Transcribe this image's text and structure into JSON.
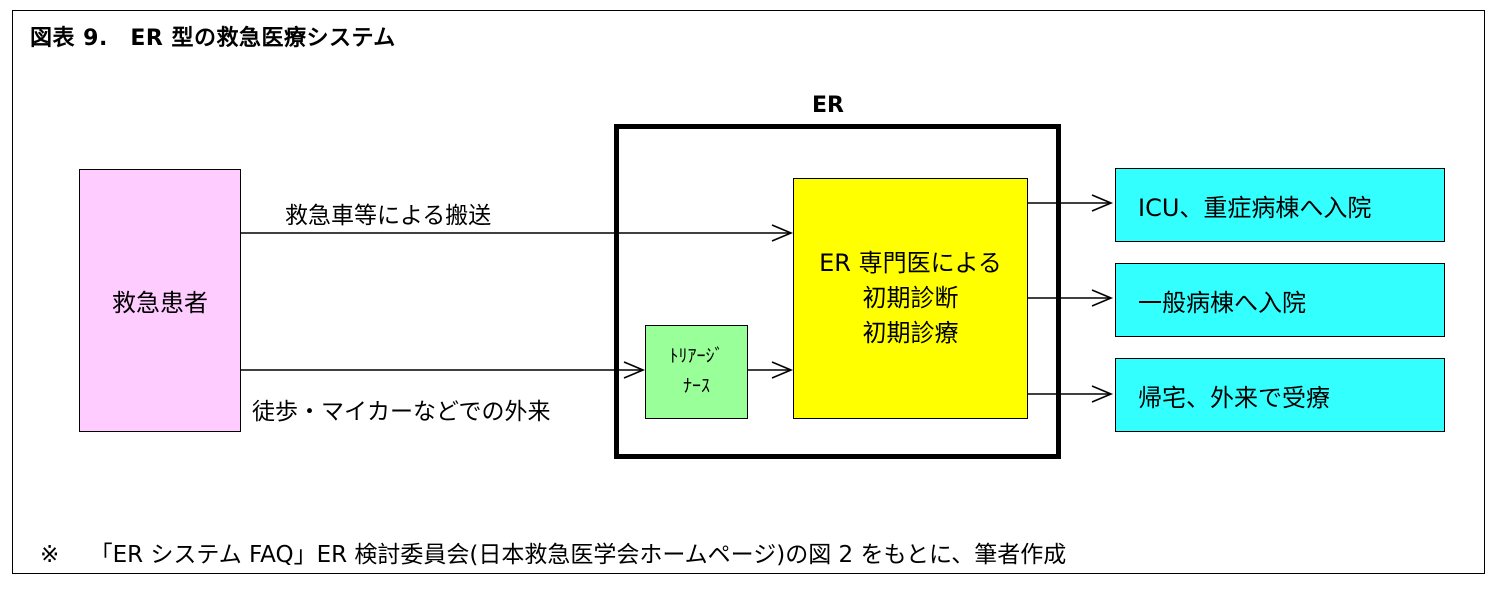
{
  "title": "図表 9.　ER 型の救急医療システム",
  "er_label": "ER",
  "nodes": {
    "patient": "救急患者",
    "triage_line1": "ﾄﾘｱｰｼﾞ",
    "triage_line2": "ﾅｰｽ",
    "doctor_line1": "ER 専門医による",
    "doctor_line2": "初期診断",
    "doctor_line3": "初期診療",
    "out_icu": "ICU、重症病棟へ入院",
    "out_general": "一般病棟へ入院",
    "out_home": "帰宅、外来で受療"
  },
  "edges": {
    "ambulance": "救急車等による搬送",
    "walk_in": "徒歩・マイカーなどでの外来"
  },
  "footnote": "※　 「ER システム FAQ」ER 検討委員会(日本救急医学会ホームページ)の図 2 をもとに、筆者作成"
}
